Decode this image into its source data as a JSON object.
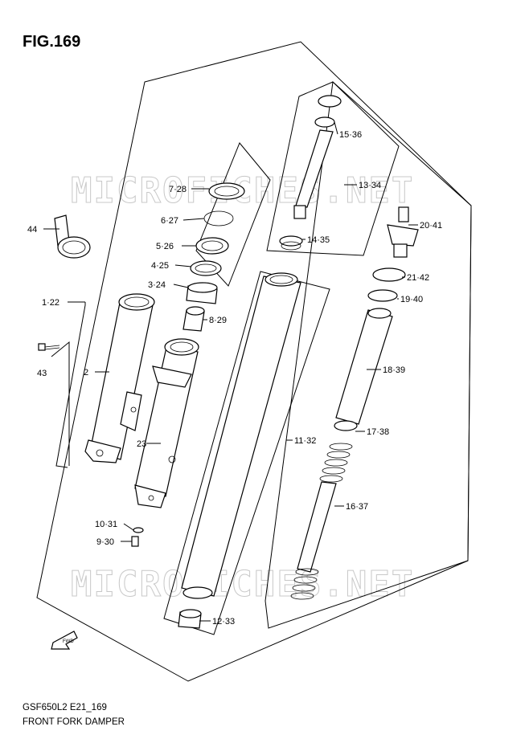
{
  "figure": {
    "title": "FIG.169",
    "footer_line1": "GSF650L2 E21_169",
    "footer_line2": "FRONT FORK DAMPER",
    "watermark": "MICROFICHES.NET",
    "fwd_label": "FWD"
  },
  "callouts": [
    {
      "id": "c44",
      "text": "44"
    },
    {
      "id": "c1-22",
      "text": "1·22"
    },
    {
      "id": "c43",
      "text": "43"
    },
    {
      "id": "c2",
      "text": "2"
    },
    {
      "id": "c23",
      "text": "23"
    },
    {
      "id": "c10-31",
      "text": "10·31"
    },
    {
      "id": "c9-30",
      "text": "9·30"
    },
    {
      "id": "c7-28",
      "text": "7·28"
    },
    {
      "id": "c6-27",
      "text": "6·27"
    },
    {
      "id": "c5-26",
      "text": "5·26"
    },
    {
      "id": "c4-25",
      "text": "4·25"
    },
    {
      "id": "c3-24",
      "text": "3·24"
    },
    {
      "id": "c8-29",
      "text": "8·29"
    },
    {
      "id": "c15-36",
      "text": "15·36"
    },
    {
      "id": "c13-34",
      "text": "13·34"
    },
    {
      "id": "c14-35",
      "text": "14·35"
    },
    {
      "id": "c20-41",
      "text": "20·41"
    },
    {
      "id": "c21-42",
      "text": "21·42"
    },
    {
      "id": "c19-40",
      "text": "19·40"
    },
    {
      "id": "c18-39",
      "text": "18·39"
    },
    {
      "id": "c11-32",
      "text": "11·32"
    },
    {
      "id": "c17-38",
      "text": "17·38"
    },
    {
      "id": "c16-37",
      "text": "16·37"
    },
    {
      "id": "c12-33",
      "text": "12·33"
    }
  ]
}
